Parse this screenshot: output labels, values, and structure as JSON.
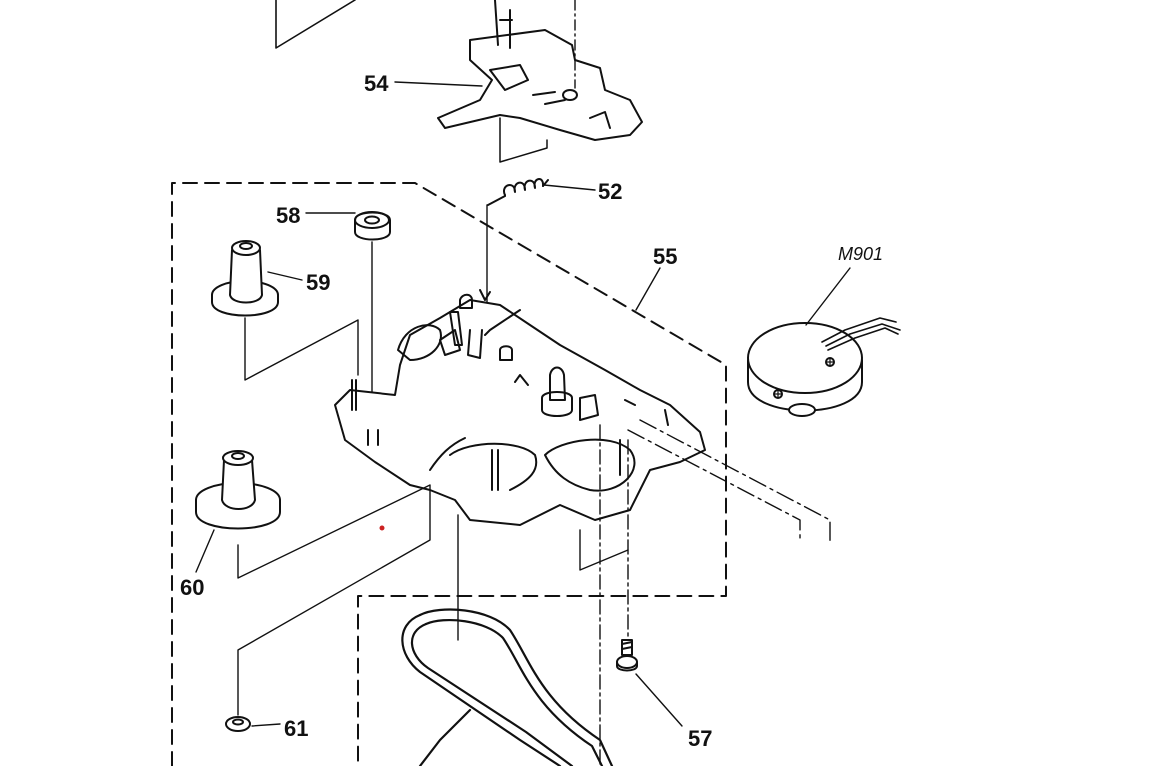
{
  "labels": {
    "l54": "54",
    "l52": "52",
    "l58": "58",
    "l59": "59",
    "l55": "55",
    "lm901": "M901",
    "l60": "60",
    "l61": "61",
    "l57": "57"
  },
  "colors": {
    "ink": "#111111",
    "background": "#ffffff",
    "marker": "#cc2222"
  }
}
